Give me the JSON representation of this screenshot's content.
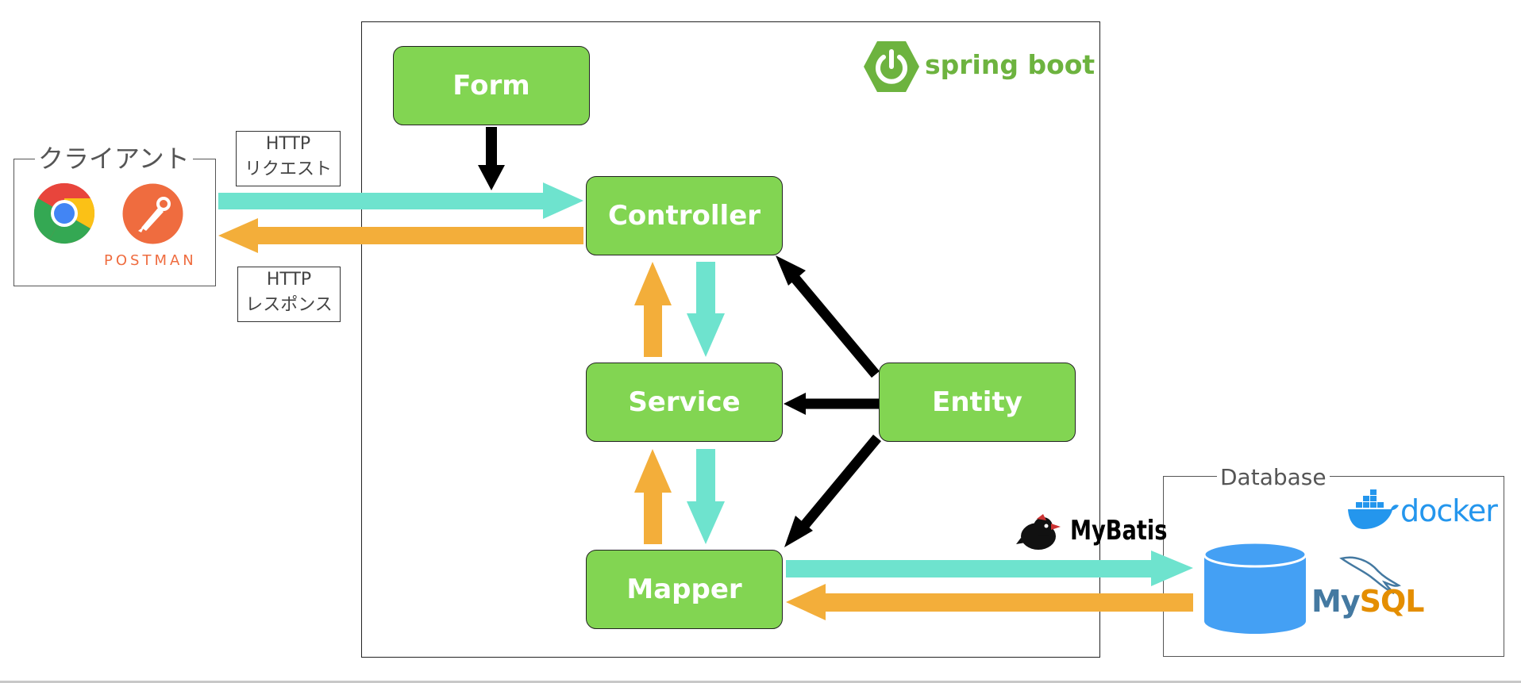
{
  "client": {
    "label": "クライアント",
    "postman_text": "POSTMAN"
  },
  "http_request": {
    "line1": "HTTP",
    "line2": "リクエスト"
  },
  "http_response": {
    "line1": "HTTP",
    "line2": "レスポンス"
  },
  "spring_boot": {
    "label": "spring boot"
  },
  "nodes": {
    "form": "Form",
    "controller": "Controller",
    "service": "Service",
    "entity": "Entity",
    "mapper": "Mapper"
  },
  "mybatis": {
    "label": "MyBatis"
  },
  "database": {
    "label": "Database",
    "docker_label": "docker",
    "mysql_my": "My",
    "mysql_sql": "SQL"
  },
  "colors": {
    "node_green": "#82d552",
    "request_teal": "#6ee3ce",
    "response_orange": "#f3ae3a",
    "dependency_black": "#000000",
    "spring_green": "#6db33f",
    "docker_blue": "#2496ed",
    "db_blue": "#44a0f4",
    "postman_orange": "#ef6c3f"
  }
}
